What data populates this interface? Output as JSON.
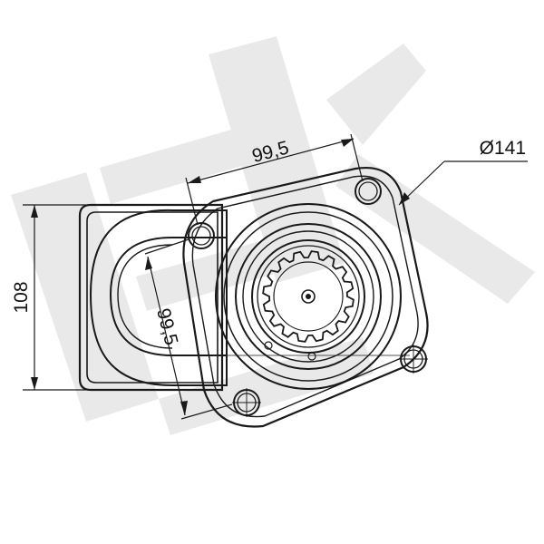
{
  "drawing": {
    "dimensions": {
      "diameter_label": "Ø141",
      "bolt_spacing_horizontal": "99,5",
      "bolt_spacing_vertical": "99,5",
      "height_label": "108"
    },
    "watermark": {
      "lettering": "EK",
      "color": "#e9e9e9"
    },
    "colors": {
      "line": "#1a1a1a",
      "background": "#ffffff"
    }
  }
}
